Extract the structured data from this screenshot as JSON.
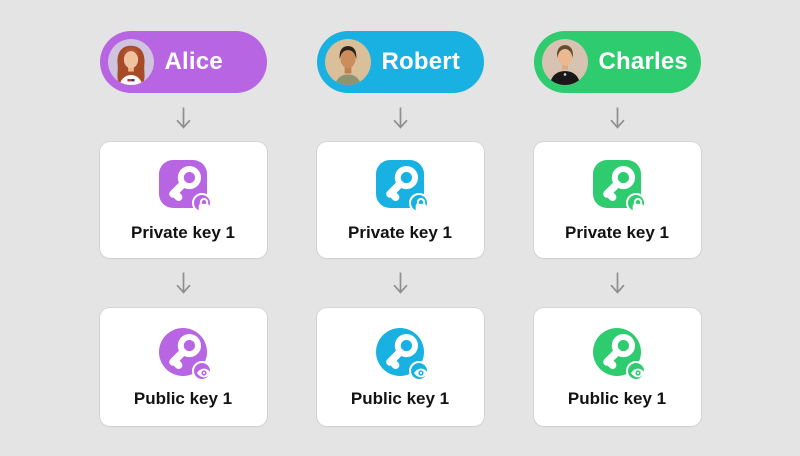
{
  "canvas": {
    "background": "#e4e4e4",
    "card_background": "#ffffff",
    "arrow_color": "#8f8f8f",
    "label_color": "#121212"
  },
  "icons": {
    "key": "key-icon",
    "lock": "lock-badge-icon",
    "eye": "eye-badge-icon",
    "arrow": "down-arrow-icon",
    "avatars": [
      "avatar-alice",
      "avatar-robert",
      "avatar-charles"
    ]
  },
  "columns": [
    {
      "name": "Alice",
      "accent": "#b865e3",
      "private_key_label": "Private key 1",
      "public_key_label": "Public key 1"
    },
    {
      "name": "Robert",
      "accent": "#18b1e2",
      "private_key_label": "Private key 1",
      "public_key_label": "Public key 1"
    },
    {
      "name": "Charles",
      "accent": "#2ecb6f",
      "private_key_label": "Private key 1",
      "public_key_label": "Public key 1"
    }
  ]
}
